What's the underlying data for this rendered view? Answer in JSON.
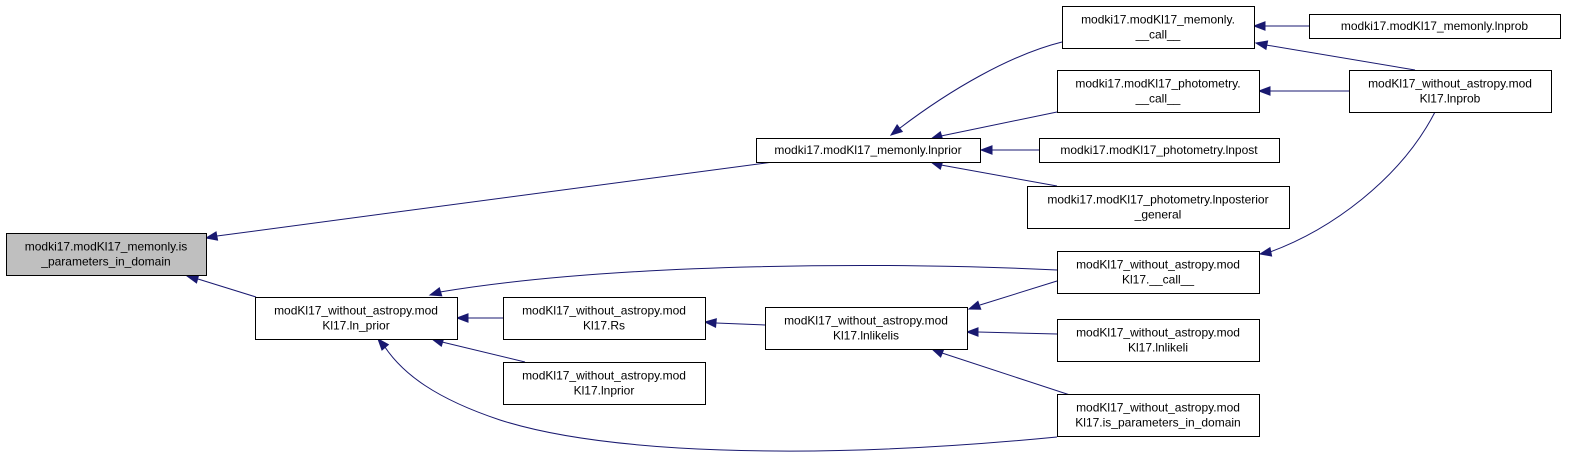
{
  "graph": {
    "colors": {
      "edge": "#191970",
      "root_fill": "#bfbfbf",
      "node_fill": "#ffffff",
      "border": "#000000"
    },
    "nodes": [
      {
        "id": "root",
        "lines": [
          "modki17.modKl17_memonly.is",
          "_parameters_in_domain"
        ],
        "highlighted": true
      },
      {
        "id": "memonly_lnprior",
        "lines": [
          "modki17.modKl17_memonly.lnprior"
        ]
      },
      {
        "id": "wa_ln_prior",
        "lines": [
          "modKl17_without_astropy.mod",
          "Kl17.ln_prior"
        ]
      },
      {
        "id": "memonly_call",
        "lines": [
          "modki17.modKl17_memonly.",
          "__call__"
        ]
      },
      {
        "id": "photometry_call",
        "lines": [
          "modki17.modKl17_photometry.",
          "__call__"
        ]
      },
      {
        "id": "photometry_lnpost",
        "lines": [
          "modki17.modKl17_photometry.lnpost"
        ]
      },
      {
        "id": "photometry_lnposterior_general",
        "lines": [
          "modki17.modKl17_photometry.lnposterior",
          "_general"
        ]
      },
      {
        "id": "memonly_lnprob",
        "lines": [
          "modki17.modKl17_memonly.lnprob"
        ]
      },
      {
        "id": "wa_lnprob",
        "lines": [
          "modKl17_without_astropy.mod",
          "Kl17.lnprob"
        ]
      },
      {
        "id": "wa_rs",
        "lines": [
          "modKl17_without_astropy.mod",
          "Kl17.Rs"
        ]
      },
      {
        "id": "wa_lnprior",
        "lines": [
          "modKl17_without_astropy.mod",
          "Kl17.lnprior"
        ]
      },
      {
        "id": "wa_lnlikelis",
        "lines": [
          "modKl17_without_astropy.mod",
          "Kl17.lnlikelis"
        ]
      },
      {
        "id": "wa_call",
        "lines": [
          "modKl17_without_astropy.mod",
          "Kl17.__call__"
        ]
      },
      {
        "id": "wa_lnlikeli",
        "lines": [
          "modKl17_without_astropy.mod",
          "Kl17.lnlikeli"
        ]
      },
      {
        "id": "wa_is_params",
        "lines": [
          "modKl17_without_astropy.mod",
          "Kl17.is_parameters_in_domain"
        ]
      }
    ],
    "edges": [
      {
        "from": "memonly_lnprior",
        "to": "root"
      },
      {
        "from": "wa_ln_prior",
        "to": "root"
      },
      {
        "from": "memonly_call",
        "to": "memonly_lnprior"
      },
      {
        "from": "photometry_call",
        "to": "memonly_lnprior"
      },
      {
        "from": "photometry_lnpost",
        "to": "memonly_lnprior"
      },
      {
        "from": "photometry_lnposterior_general",
        "to": "memonly_lnprior"
      },
      {
        "from": "memonly_lnprob",
        "to": "memonly_call"
      },
      {
        "from": "wa_lnprob",
        "to": "memonly_call"
      },
      {
        "from": "wa_lnprob",
        "to": "photometry_call"
      },
      {
        "from": "wa_call",
        "to": "wa_ln_prior"
      },
      {
        "from": "wa_rs",
        "to": "wa_ln_prior"
      },
      {
        "from": "wa_lnprior",
        "to": "wa_ln_prior"
      },
      {
        "from": "wa_is_params",
        "to": "wa_ln_prior"
      },
      {
        "from": "wa_lnlikelis",
        "to": "wa_rs"
      },
      {
        "from": "wa_call",
        "to": "wa_lnlikelis"
      },
      {
        "from": "wa_lnlikeli",
        "to": "wa_lnlikelis"
      },
      {
        "from": "wa_is_params",
        "to": "wa_lnlikelis"
      },
      {
        "from": "wa_lnprob",
        "to": "wa_call"
      }
    ]
  }
}
